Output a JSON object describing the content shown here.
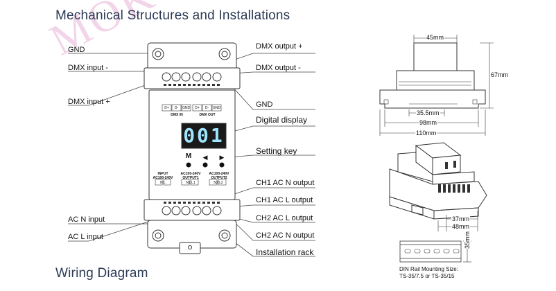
{
  "titles": {
    "mechanical": "Mechanical Structures and Installations",
    "wiring": "Wiring Diagram"
  },
  "watermark": "MOKUNGIT",
  "labels_left": {
    "gnd": "GND",
    "dmx_input_minus": "DMX input -",
    "dmx_input_plus": "DMX input +",
    "ac_n_input": "AC N input",
    "ac_l_input": "AC L input"
  },
  "labels_right": {
    "dmx_output_plus": "DMX output +",
    "dmx_output_minus": "DMX output -",
    "gnd": "GND",
    "digital_display": "Digital display",
    "setting_key": "Setting key",
    "ch1_ac_n_output": "CH1 AC N output",
    "ch1_ac_l_output": "CH1 AC L output",
    "ch2_ac_l_output": "CH2 AC L output",
    "ch2_ac_n_output": "CH2 AC N output",
    "installation_rack": "Installation rack"
  },
  "device": {
    "display_value": "001",
    "button_m": "M",
    "button_left": "◀",
    "button_right": "▶",
    "terminal_top_labels": [
      "D+",
      "D-",
      "GND",
      "D+",
      "D-",
      "GND"
    ],
    "dmx_in": "DMX IN",
    "dmx_out": "DMX OUT",
    "input_label": "INPUT",
    "input_voltage": "AC100-240V",
    "input_nl": "N    L",
    "output1_label": "AC100-240V",
    "output1_name": "OUTPUT1",
    "output1_nl": "N1    L1",
    "output2_label": "AC100-240V",
    "output2_name": "OUTPUT2",
    "output2_nl": "N2    L2"
  },
  "dimensions": {
    "d45": "45mm",
    "d67": "67mm",
    "d355": "35.5mm",
    "d98": "98mm",
    "d110": "110mm",
    "d37": "37mm",
    "d48": "48mm",
    "d35": "35mm"
  },
  "din_rail": {
    "line1": "DIN Rail Mounting Size:",
    "line2": "TS-35/7.5 or TS-35/15"
  }
}
